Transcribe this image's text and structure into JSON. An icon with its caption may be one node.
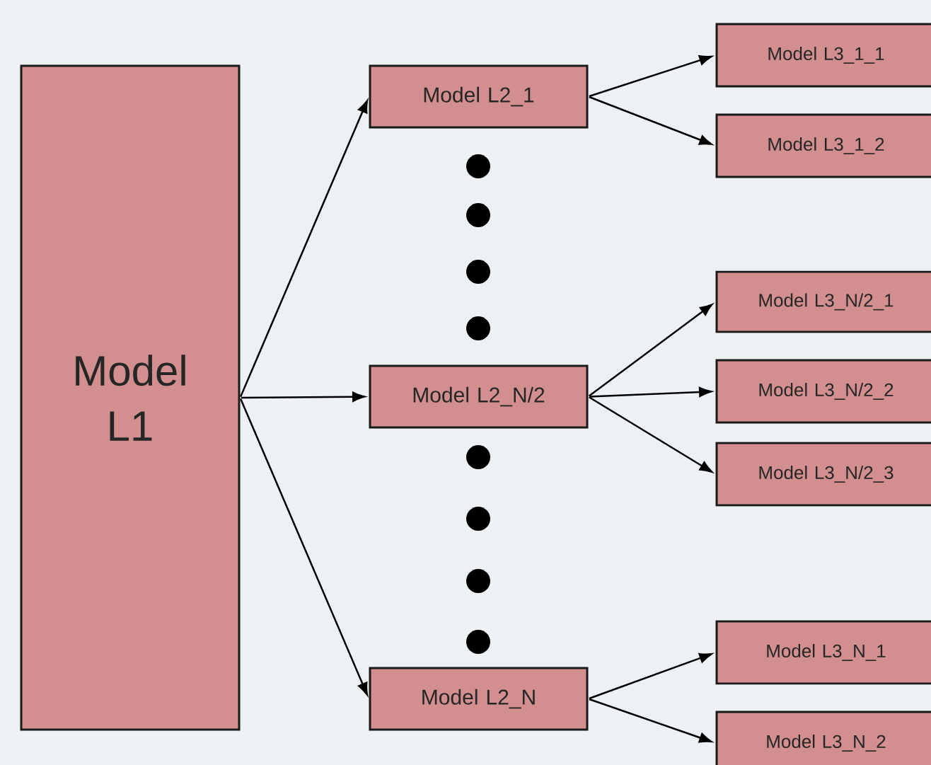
{
  "diagram": {
    "nodes": [
      {
        "text": [
          "Model L1"
        ]
      },
      {
        "text": [
          "Model L2_1"
        ]
      },
      {
        "text": [
          "Model L2_N/2"
        ]
      },
      {
        "text": [
          "Model L2_N"
        ]
      },
      {
        "text": [
          "Model L3_1_1"
        ]
      },
      {
        "text": [
          "Model L3_1_2"
        ]
      },
      {
        "text": [
          "Model L3_N/2_1"
        ]
      },
      {
        "text": [
          "Model L3_N/2_2"
        ]
      },
      {
        "text": [
          "Model L3_N/2_3"
        ]
      },
      {
        "text": [
          "Model L3_N_1"
        ]
      },
      {
        "text": [
          "Model L3_N_2"
        ]
      }
    ],
    "edges": [
      {
        "from": 0,
        "to": 1,
        "arrow": "to"
      },
      {
        "from": 0,
        "to": 2,
        "arrow": "to"
      },
      {
        "from": 0,
        "to": 3,
        "arrow": "to"
      },
      {
        "from": 1,
        "to": 4,
        "arrow": "to"
      },
      {
        "from": 1,
        "to": 5,
        "arrow": "to"
      },
      {
        "from": 2,
        "to": 6,
        "arrow": "to"
      },
      {
        "from": 2,
        "to": 7,
        "arrow": "to"
      },
      {
        "from": 2,
        "to": 8,
        "arrow": "to"
      },
      {
        "from": 3,
        "to": 9,
        "arrow": "to"
      },
      {
        "from": 3,
        "to": 10,
        "arrow": "to"
      }
    ]
  }
}
